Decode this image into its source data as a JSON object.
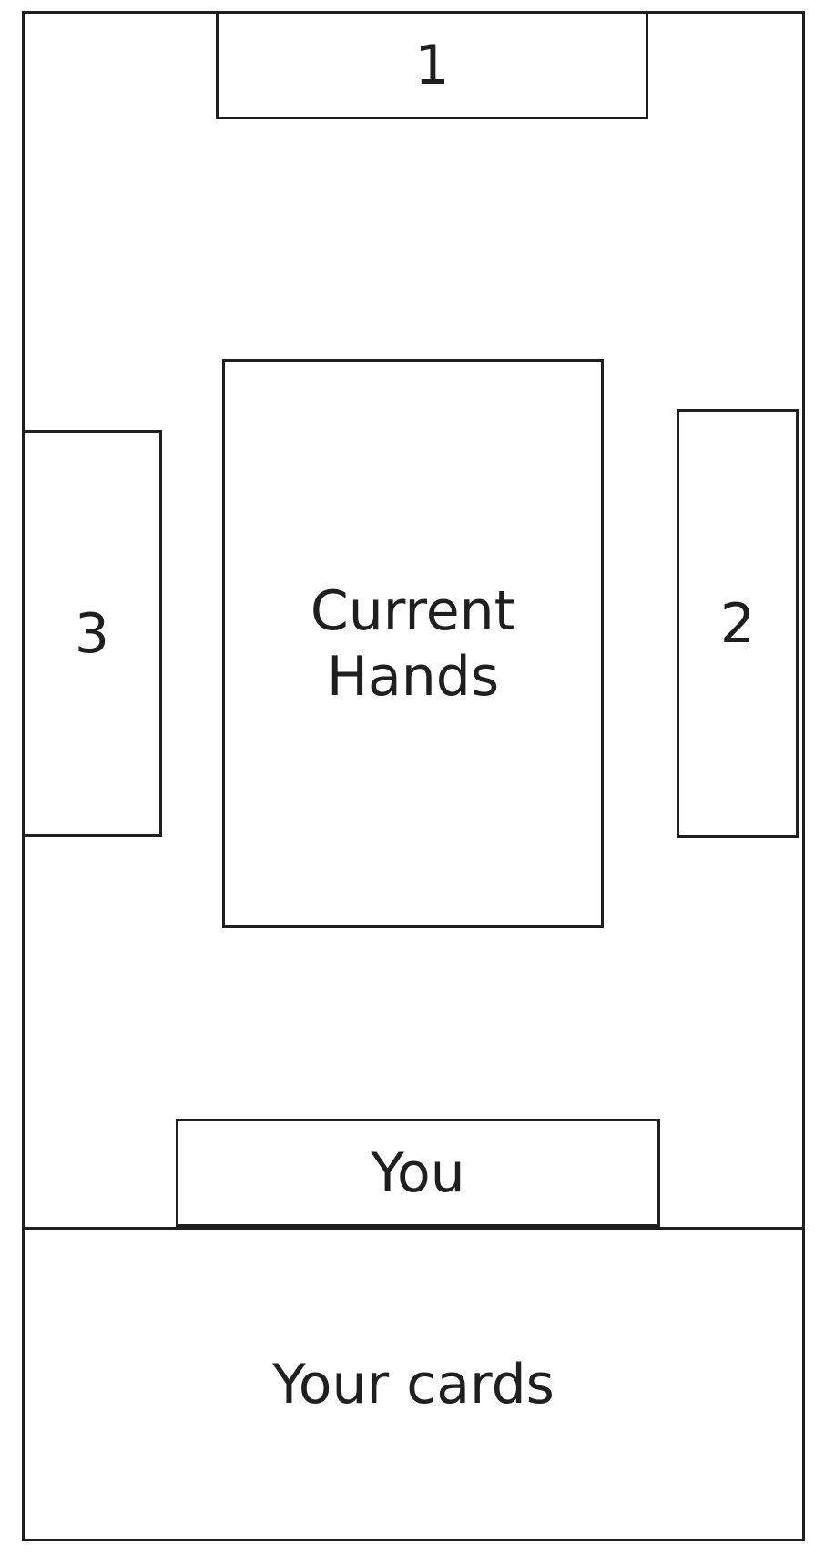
{
  "layout": {
    "players": {
      "top": "1",
      "right": "2",
      "left": "3"
    },
    "center": {
      "label": "Current\nHands"
    },
    "self": {
      "label": "You"
    },
    "hand": {
      "label": "Your cards"
    }
  }
}
